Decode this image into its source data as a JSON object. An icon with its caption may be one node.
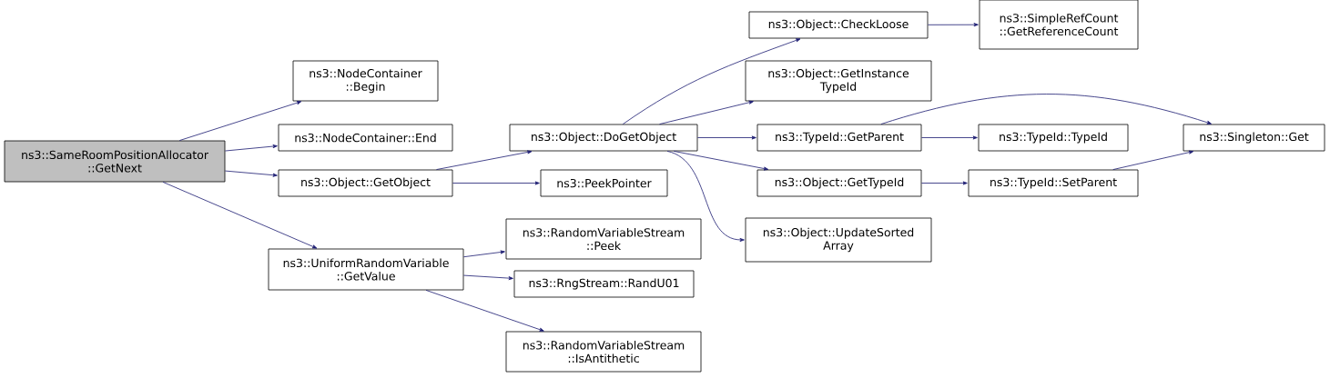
{
  "diagram": {
    "nodes": [
      {
        "text": [
          "ns3::SameRoomPositionAllocator ::GetNext"
        ]
      },
      {
        "text": [
          "ns3::NodeContainer ::Begin"
        ]
      },
      {
        "text": [
          "ns3::NodeContainer::End"
        ]
      },
      {
        "text": [
          "ns3::Object::GetObject"
        ]
      },
      {
        "text": [
          "ns3::UniformRandomVariable ::GetValue"
        ]
      },
      {
        "text": [
          "ns3::Object::DoGetObject"
        ]
      },
      {
        "text": [
          "ns3::PeekPointer"
        ]
      },
      {
        "text": [
          "ns3::RandomVariableStream ::Peek"
        ]
      },
      {
        "text": [
          "ns3::RngStream::RandU01"
        ]
      },
      {
        "text": [
          "ns3::RandomVariableStream ::IsAntithetic"
        ]
      },
      {
        "text": [
          "ns3::Object::CheckLoose"
        ]
      },
      {
        "text": [
          "ns3::Object::GetInstance TypeId"
        ]
      },
      {
        "text": [
          "ns3::TypeId::GetParent"
        ]
      },
      {
        "text": [
          "ns3::Object::GetTypeId"
        ]
      },
      {
        "text": [
          "ns3::Object::UpdateSorted Array"
        ]
      },
      {
        "text": [
          "ns3::SimpleRefCount ::GetReferenceCount"
        ]
      },
      {
        "text": [
          "ns3::TypeId::TypeId"
        ]
      },
      {
        "text": [
          "ns3::TypeId::SetParent"
        ]
      },
      {
        "text": [
          "ns3::Singleton::Get"
        ]
      }
    ],
    "edges": [
      {
        "from": 0,
        "to": 1,
        "arrow": "to"
      },
      {
        "from": 0,
        "to": 2,
        "arrow": "to"
      },
      {
        "from": 0,
        "to": 3,
        "arrow": "to"
      },
      {
        "from": 0,
        "to": 4,
        "arrow": "to"
      },
      {
        "from": 3,
        "to": 5,
        "arrow": "to"
      },
      {
        "from": 3,
        "to": 6,
        "arrow": "to"
      },
      {
        "from": 4,
        "to": 7,
        "arrow": "to"
      },
      {
        "from": 4,
        "to": 8,
        "arrow": "to"
      },
      {
        "from": 4,
        "to": 9,
        "arrow": "to"
      },
      {
        "from": 5,
        "to": 10,
        "arrow": "to"
      },
      {
        "from": 5,
        "to": 11,
        "arrow": "to"
      },
      {
        "from": 5,
        "to": 12,
        "arrow": "to"
      },
      {
        "from": 5,
        "to": 13,
        "arrow": "to"
      },
      {
        "from": 5,
        "to": 14,
        "arrow": "to"
      },
      {
        "from": 10,
        "to": 15,
        "arrow": "to"
      },
      {
        "from": 12,
        "to": 16,
        "arrow": "to"
      },
      {
        "from": 12,
        "to": 18,
        "arrow": "to"
      },
      {
        "from": 13,
        "to": 17,
        "arrow": "to"
      },
      {
        "from": 17,
        "to": 18,
        "arrow": "to"
      }
    ]
  }
}
